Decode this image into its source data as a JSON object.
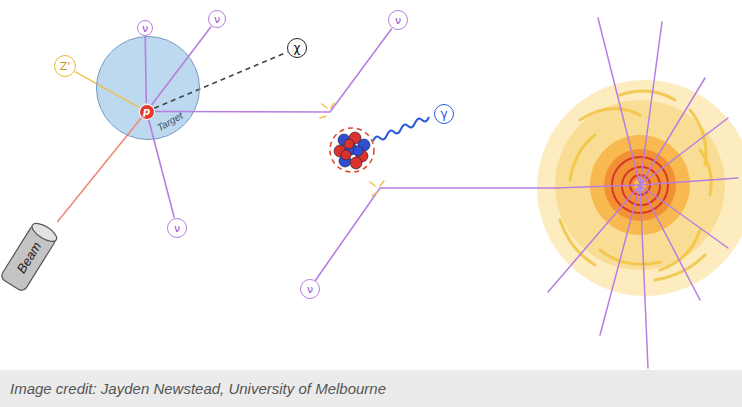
{
  "diagram": {
    "caption": "Image credit: Jayden Newstead, University of Melbourne",
    "nodes": [
      {
        "text": [
          "ν"
        ]
      },
      {
        "text": [
          "ν"
        ]
      },
      {
        "text": [
          "ν"
        ]
      },
      {
        "text": [
          "χ"
        ]
      },
      {
        "text": [
          "Z'"
        ]
      },
      {
        "text": [
          "γ"
        ]
      },
      {
        "text": [
          "Target"
        ]
      },
      {
        "text": [
          "p"
        ],
        "in": 6
      },
      {
        "text": [
          "ν"
        ]
      },
      {
        "text": [
          "ν"
        ]
      },
      {
        "text": [
          "Beam"
        ]
      }
    ],
    "edges": [
      {
        "from": 10,
        "to": 7,
        "arrow": "none"
      },
      {
        "from": 7,
        "to": 4,
        "arrow": "none"
      },
      {
        "from": 7,
        "to": 0,
        "arrow": "none"
      },
      {
        "from": 7,
        "to": 1,
        "arrow": "none"
      },
      {
        "from": 7,
        "to": 3,
        "arrow": "none"
      },
      {
        "from": 7,
        "to": 2,
        "arrow": "none"
      },
      {
        "from": 7,
        "to": 8,
        "arrow": "none"
      }
    ]
  }
}
